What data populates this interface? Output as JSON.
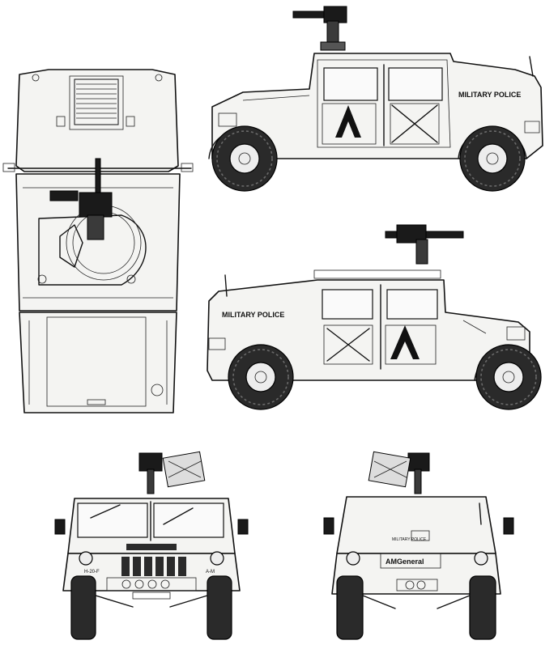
{
  "markings": {
    "door_text_upper": "MILITARY POLICE",
    "door_text_lower": "MILITARY POLICE",
    "rear_plate_text": "MILITARY POLICE",
    "rear_manufacturer": "AMGeneral",
    "front_bumper_left": "H-20-F",
    "front_bumper_right": "A-M"
  },
  "colors": {
    "outline": "#111111",
    "tire": "#2a2a2a",
    "paper": "#ffffff"
  }
}
